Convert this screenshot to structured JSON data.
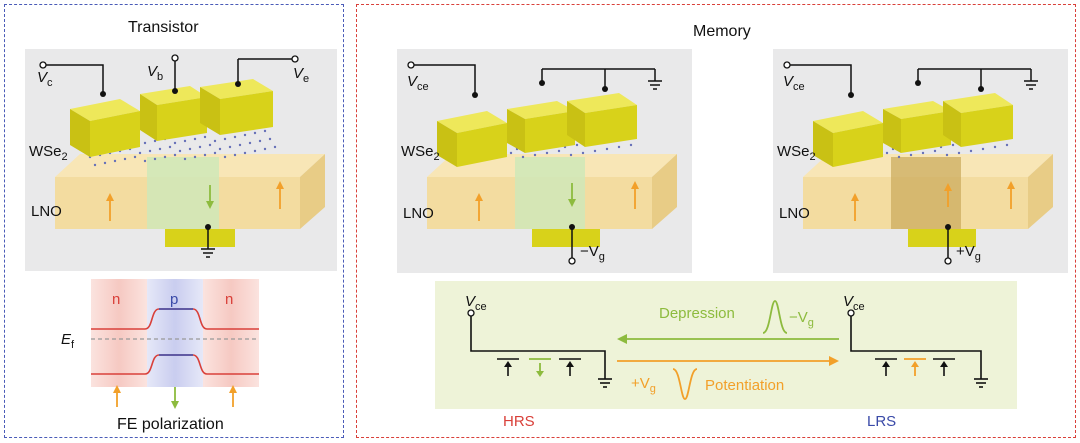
{
  "transistor": {
    "title": "Transistor",
    "vc": "V",
    "vc_sub": "c",
    "vb": "V",
    "vb_sub": "b",
    "ve": "V",
    "ve_sub": "e",
    "wse2": "WSe",
    "wse2_sub": "2",
    "lno": "LNO",
    "band": {
      "region_left": "n",
      "region_mid": "p",
      "region_right": "n",
      "ef": "E",
      "ef_sub": "f",
      "caption": "FE polarization"
    }
  },
  "memory": {
    "title": "Memory",
    "device_left": {
      "vce": "V",
      "vce_sub": "ce",
      "wse2": "WSe",
      "wse2_sub": "2",
      "lno": "LNO",
      "gate": "−V",
      "gate_sub": "g"
    },
    "device_right": {
      "vce": "V",
      "vce_sub": "ce",
      "wse2": "WSe",
      "wse2_sub": "2",
      "lno": "LNO",
      "gate": "+V",
      "gate_sub": "g"
    },
    "states": {
      "vce_left": "V",
      "vce_left_sub": "ce",
      "vce_right": "V",
      "vce_right_sub": "ce",
      "depression": "Depression",
      "neg_vg": "−V",
      "neg_vg_sub": "g",
      "pos_vg": "+V",
      "pos_vg_sub": "g",
      "potentiation": "Potentiation",
      "hrs": "HRS",
      "lrs": "LRS"
    }
  },
  "colors": {
    "transistor_border": "#4a5bb8",
    "memory_border": "#d9403a",
    "electrode": "#d8d21a",
    "lno": "#f3dca0",
    "n_region": "#f6c9c2",
    "p_region": "#c9cdef",
    "depression": "#8dbb3e",
    "potentiation": "#f2a02a",
    "hrs": "#d9403a",
    "lrs": "#3a4aa8",
    "states_bg": "#eef3d8"
  }
}
